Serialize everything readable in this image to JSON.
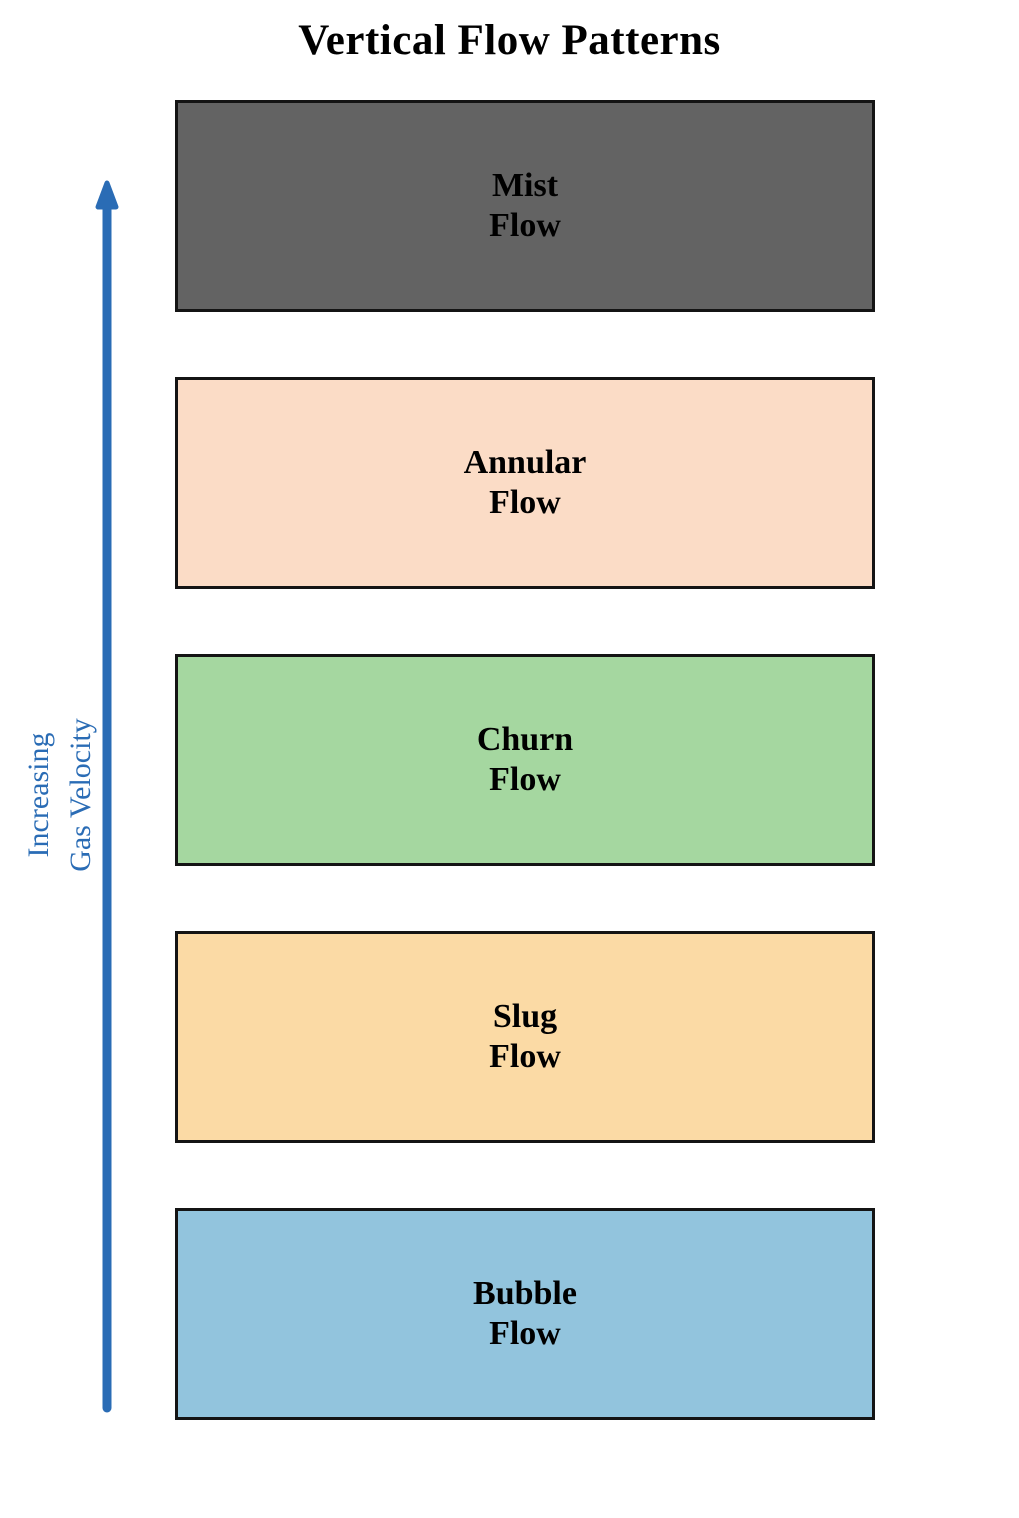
{
  "title": "Vertical Flow Patterns",
  "axis": {
    "label_line1": "Increasing",
    "label_line2": "Gas Velocity",
    "color": "#2a6cb5"
  },
  "flow_patterns": [
    {
      "label_line1": "Mist",
      "label_line2": "Flow",
      "color": "#636363"
    },
    {
      "label_line1": "Annular",
      "label_line2": "Flow",
      "color": "#fbdcc6"
    },
    {
      "label_line1": "Churn",
      "label_line2": "Flow",
      "color": "#a5d7a0"
    },
    {
      "label_line1": "Slug",
      "label_line2": "Flow",
      "color": "#fbdaa5"
    },
    {
      "label_line1": "Bubble",
      "label_line2": "Flow",
      "color": "#92c4dd"
    }
  ],
  "styles": {
    "border_color": "#141414",
    "label_color": "#000000",
    "background": "#ffffff"
  }
}
